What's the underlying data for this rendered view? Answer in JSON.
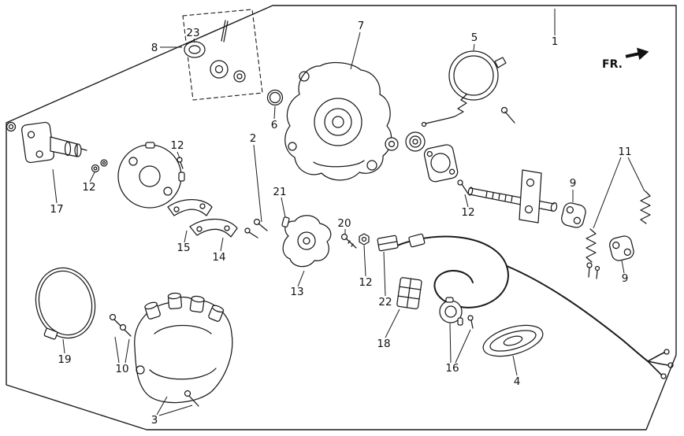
{
  "fr_label": "FR.",
  "colors": {
    "line": "#1a1a1a",
    "background": "#ffffff"
  },
  "callouts": [
    {
      "label": "1"
    },
    {
      "label": "2"
    },
    {
      "label": "3"
    },
    {
      "label": "4"
    },
    {
      "label": "5"
    },
    {
      "label": "6"
    },
    {
      "label": "7"
    },
    {
      "label": "8"
    },
    {
      "label": "9"
    },
    {
      "label": "9"
    },
    {
      "label": "10"
    },
    {
      "label": "11"
    },
    {
      "label": "12"
    },
    {
      "label": "12"
    },
    {
      "label": "12"
    },
    {
      "label": "12"
    },
    {
      "label": "13"
    },
    {
      "label": "14"
    },
    {
      "label": "15"
    },
    {
      "label": "16"
    },
    {
      "label": "17"
    },
    {
      "label": "18"
    },
    {
      "label": "19"
    },
    {
      "label": "20"
    },
    {
      "label": "21"
    },
    {
      "label": "22"
    },
    {
      "label": "23"
    }
  ]
}
